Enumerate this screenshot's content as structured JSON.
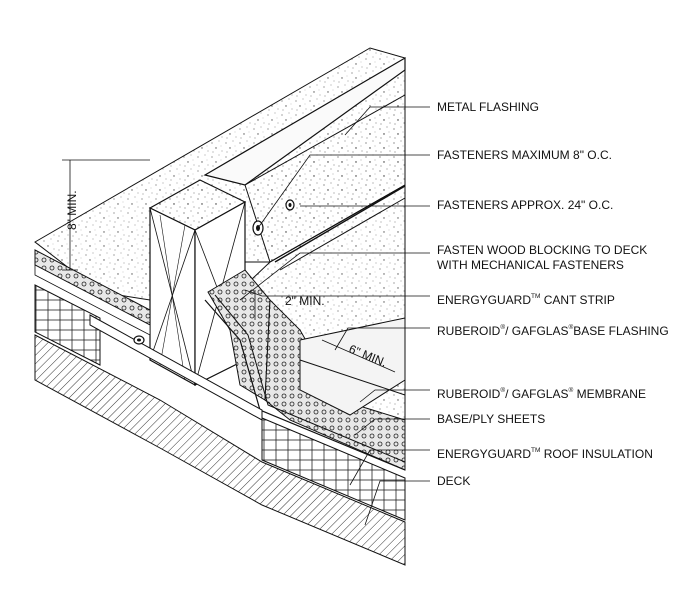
{
  "colors": {
    "ink": "#111111",
    "background": "#ffffff",
    "speckle": "#777777"
  },
  "dimensions": {
    "blocking_height": "8\" MIN.",
    "cant_height": "2\" MIN.",
    "membrane_lap": "6\" MIN."
  },
  "callouts": [
    {
      "id": "metal-flashing",
      "text": "METAL FLASHING"
    },
    {
      "id": "fasteners-8",
      "text": "FASTENERS MAXIMUM 8\" O.C."
    },
    {
      "id": "fasteners-24",
      "text": "FASTENERS APPROX. 24\" O.C."
    },
    {
      "id": "fasten-blocking",
      "line1": "FASTEN WOOD BLOCKING TO DECK",
      "line2": "WITH MECHANICAL FASTENERS"
    },
    {
      "id": "cant-strip",
      "brand": "ENERGYGUARD",
      "mark": "TM",
      "rest": " CANT STRIP"
    },
    {
      "id": "base-flashing",
      "brand1": "RUBEROID",
      "mark1": "®",
      "brand2": "/ GAFGLAS",
      "mark2": "®",
      "rest": "BASE FLASHING"
    },
    {
      "id": "membrane",
      "brand1": "RUBEROID",
      "mark1": "®",
      "brand2": "/ GAFGLAS",
      "mark2": "®",
      "rest": " MEMBRANE"
    },
    {
      "id": "base-ply",
      "text": "BASE/PLY SHEETS"
    },
    {
      "id": "insulation",
      "brand": "ENERGYGUARD",
      "mark": "TM",
      "rest": " ROOF INSULATION"
    },
    {
      "id": "deck",
      "text": "DECK"
    }
  ]
}
